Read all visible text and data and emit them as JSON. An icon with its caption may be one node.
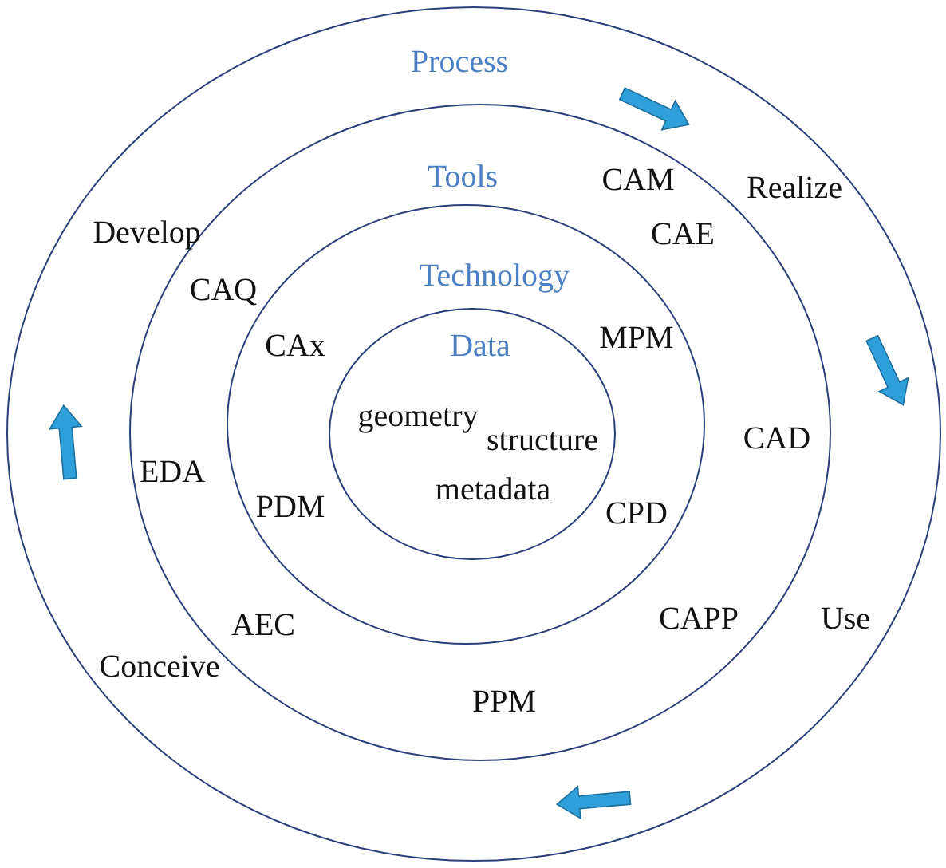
{
  "diagram": {
    "nodes": [
      {
        "text": [
          "Process"
        ]
      },
      {
        "text": [
          "Tools"
        ],
        "in": 0
      },
      {
        "text": [
          "Technology"
        ],
        "in": 1
      },
      {
        "text": [
          "Data"
        ],
        "in": 2
      }
    ],
    "labels": [
      "CAM",
      "Realize",
      "Develop",
      "CAE",
      "CAQ",
      "MPM",
      "CAx",
      "geometry",
      "structure",
      "CAD",
      "EDA",
      "metadata",
      "PDM",
      "CPD",
      "Use",
      "AEC",
      "CAPP",
      "Conceive",
      "PPM"
    ]
  }
}
